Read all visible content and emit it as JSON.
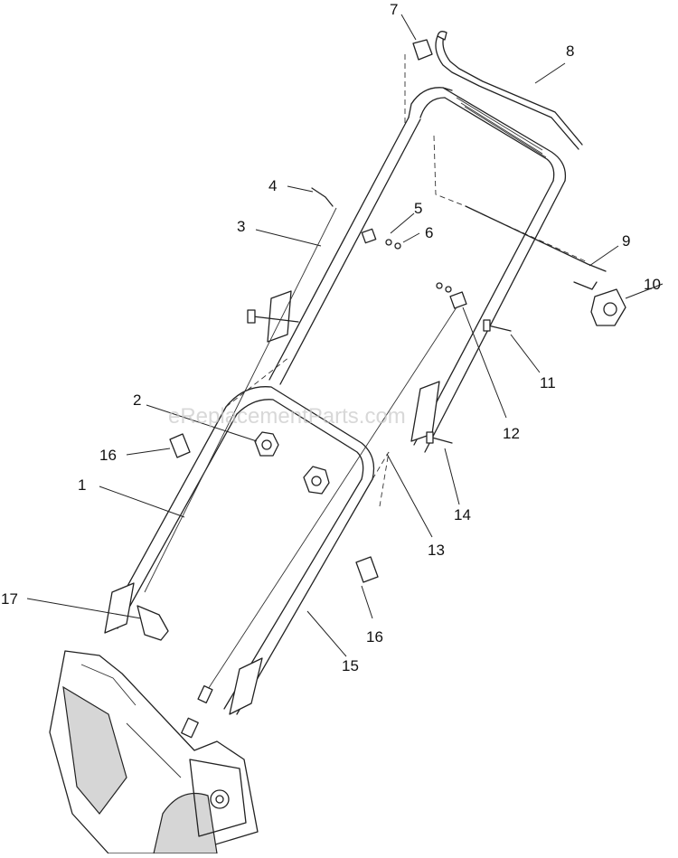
{
  "diagram": {
    "watermark": "eReplacementParts.com",
    "callouts": [
      {
        "id": "c7",
        "label": "7"
      },
      {
        "id": "c8",
        "label": "8"
      },
      {
        "id": "c4",
        "label": "4"
      },
      {
        "id": "c5",
        "label": "5"
      },
      {
        "id": "c6",
        "label": "6"
      },
      {
        "id": "c3",
        "label": "3"
      },
      {
        "id": "c9",
        "label": "9"
      },
      {
        "id": "c10",
        "label": "10"
      },
      {
        "id": "c11",
        "label": "11"
      },
      {
        "id": "c12",
        "label": "12"
      },
      {
        "id": "c2",
        "label": "2"
      },
      {
        "id": "c16a",
        "label": "16"
      },
      {
        "id": "c1",
        "label": "1"
      },
      {
        "id": "c14",
        "label": "14"
      },
      {
        "id": "c13",
        "label": "13"
      },
      {
        "id": "c17",
        "label": "17"
      },
      {
        "id": "c16b",
        "label": "16"
      },
      {
        "id": "c15",
        "label": "15"
      }
    ]
  }
}
